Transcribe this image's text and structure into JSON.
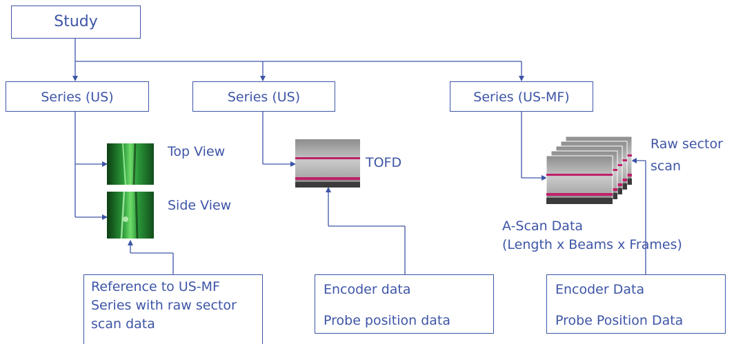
{
  "root": {
    "label": "Study"
  },
  "series": [
    {
      "label": "Series (US)"
    },
    {
      "label": "Series (US)"
    },
    {
      "label": "Series (US-MF)"
    }
  ],
  "images": {
    "top_view": "Top View",
    "side_view": "Side View",
    "tofd": "TOFD",
    "raw_sector": [
      "Raw sector",
      "scan"
    ],
    "ascan": [
      "A-Scan Data",
      "(Length x Beams x Frames)"
    ]
  },
  "notes": {
    "reference": [
      "Reference to US-MF",
      "Series with raw sector",
      "scan data"
    ],
    "encoder_left": [
      "Encoder data",
      "Probe position data"
    ],
    "encoder_right": [
      "Encoder Data",
      "Probe Position Data"
    ]
  },
  "colors": {
    "line": "#3d55a6",
    "green_scan": "#1f8a2e",
    "tofd_band": "#c0206a"
  }
}
